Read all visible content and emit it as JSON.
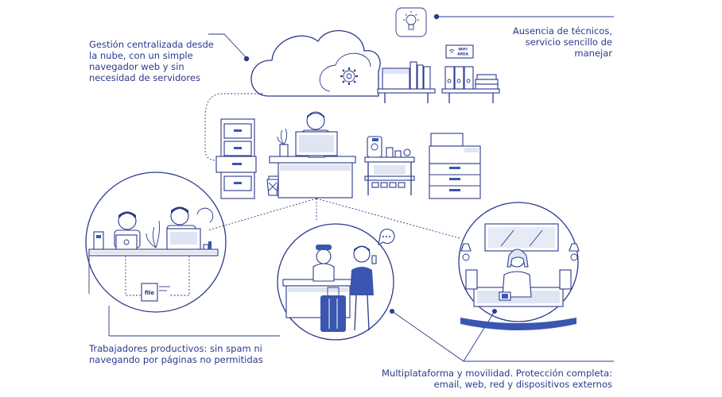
{
  "labels": {
    "cloud": [
      "Gestión centralizada desde",
      "la nube, con un simple",
      "navegador web y sin",
      "necesidad de servidores"
    ],
    "technicians": [
      "Ausencia de técnicos,",
      "servicio sencillo de",
      "manejar"
    ],
    "workers": [
      "Trabajadores productivos: sin spam ni",
      "navegando por páginas no permitidas"
    ],
    "multiplatform": [
      "Multiplataforma y movilidad. Protección completa:",
      "email, web, red y dispositivos externos"
    ]
  },
  "signs": {
    "wifi": [
      "WIFI",
      "AREA"
    ],
    "file": "file"
  },
  "colors": {
    "ink": "#2b3a8c",
    "accent": "#3a56b0",
    "fill_light": "#dfe5f3"
  },
  "icons": [
    "cloud-icon",
    "gear-icon",
    "lightbulb-icon",
    "wifi-icon",
    "document-icon",
    "chat-bubble-icon"
  ]
}
